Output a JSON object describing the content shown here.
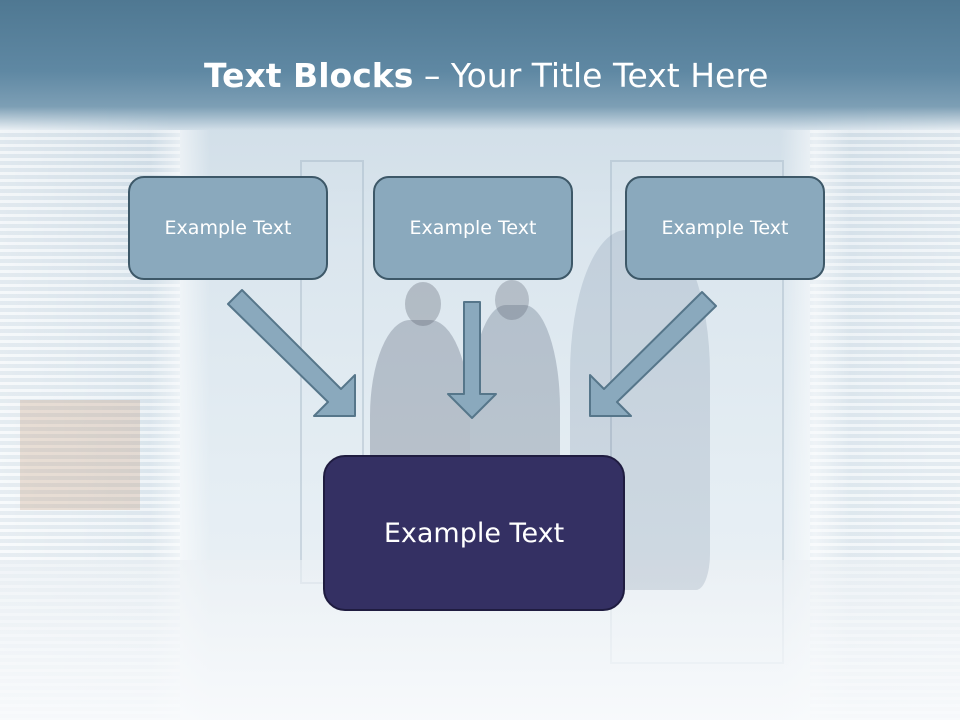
{
  "title": {
    "bold": "Text Blocks",
    "rest": " – Your Title Text Here"
  },
  "blocks": [
    {
      "label": "Example Text"
    },
    {
      "label": "Example Text"
    },
    {
      "label": "Example Text"
    }
  ],
  "target": {
    "label": "Example Text"
  },
  "colors": {
    "title_bar": "#5f88a3",
    "small_box_fill": "#8aa9bd",
    "small_box_border": "#3d5868",
    "target_fill": "#343063",
    "arrow_fill": "#8aa9bd"
  }
}
